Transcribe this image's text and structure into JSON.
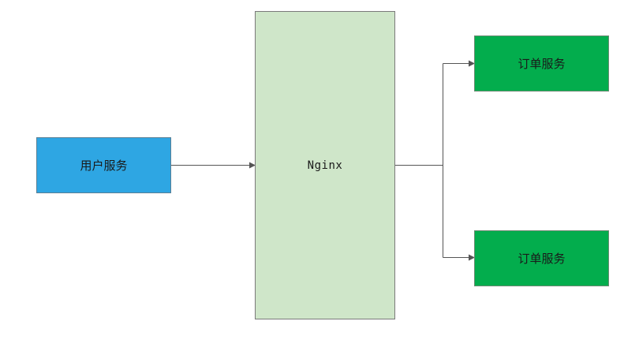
{
  "diagram": {
    "nodes": {
      "user_service": {
        "label": "用户服务",
        "color": "#2ea6e3"
      },
      "nginx": {
        "label": "Nginx",
        "color": "#cfe6c9"
      },
      "order_service_1": {
        "label": "订单服务",
        "color": "#03ad4d"
      },
      "order_service_2": {
        "label": "订单服务",
        "color": "#03ad4d"
      }
    },
    "edges": [
      {
        "from": "user_service",
        "to": "nginx"
      },
      {
        "from": "nginx",
        "to": "order_service_1"
      },
      {
        "from": "nginx",
        "to": "order_service_2"
      }
    ]
  }
}
